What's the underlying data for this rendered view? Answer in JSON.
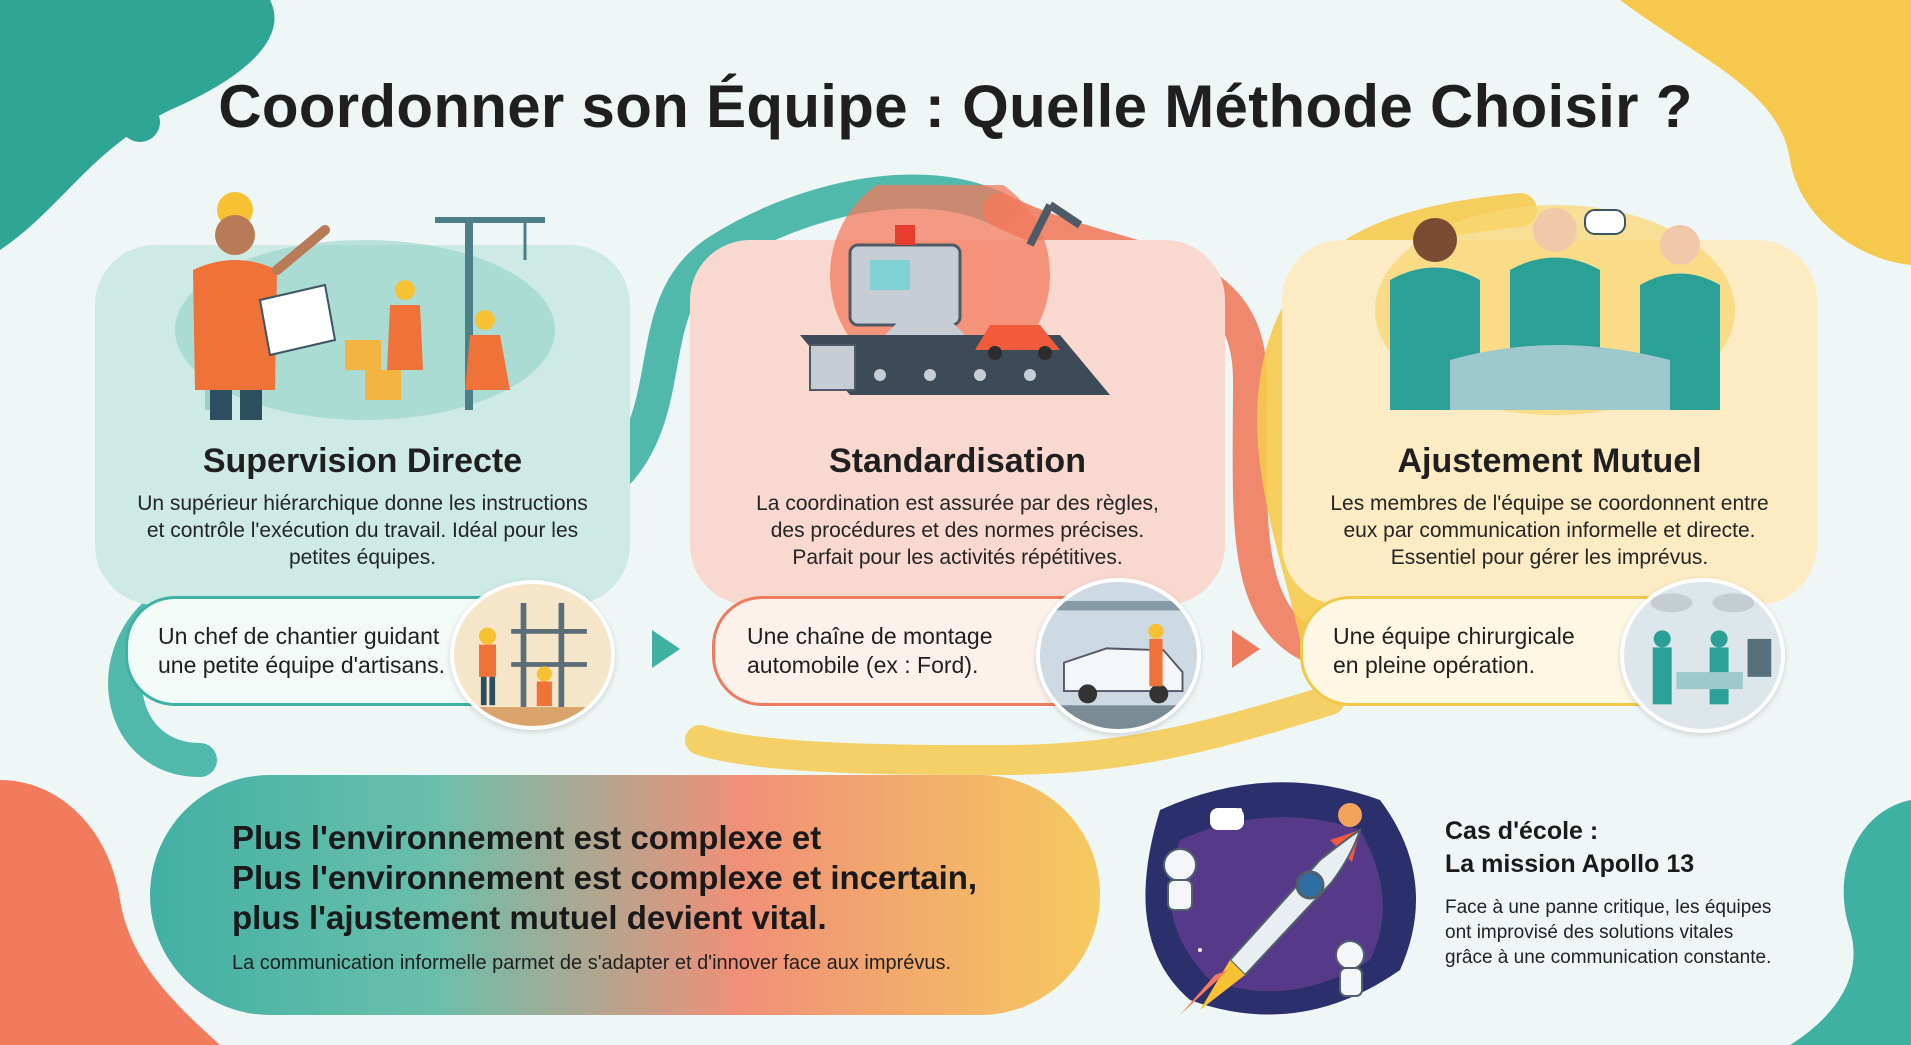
{
  "title": "Coordonner son Équipe : Quelle Méthode Choisir ?",
  "colors": {
    "teal": "#3fb1a3",
    "coral": "#ef7b5e",
    "yellow": "#f1c84a",
    "teal_bg": "#cdeae5",
    "coral_bg": "#f9d8cf",
    "yellow_bg": "#fcebc3"
  },
  "methods": [
    {
      "title": "Supervision Directe",
      "description": [
        "Un supérieur hiérarchique donne les instructions",
        "et contrôle l'exécution du travail. Idéal pour les",
        "petites équipes."
      ],
      "example": [
        "Un chef de chantier guidant",
        "une petite équipe d'artisans."
      ],
      "illustration_icon": "construction-workers-icon",
      "example_icon": "construction-site-icon"
    },
    {
      "title": "Standardisation",
      "description": [
        "La coordination est assurée par des règles,",
        "des procédures et des normes précises.",
        "Parfait pour les activités répétitives."
      ],
      "example": [
        "Une chaîne de montage",
        "automobile (ex : Ford)."
      ],
      "illustration_icon": "assembly-line-icon",
      "example_icon": "car-factory-icon"
    },
    {
      "title": "Ajustement Mutuel",
      "description": [
        "Les membres de l'équipe se coordonnent entre",
        "eux par communication informelle et directe.",
        "Essentiel pour gérer les imprévus."
      ],
      "example": [
        "Une équipe chirurgicale",
        "en pleine opération."
      ],
      "illustration_icon": "surgeons-icon",
      "example_icon": "operating-room-icon"
    }
  ],
  "banner": {
    "line1": "Plus l'environnement est complexe et",
    "line2": "Plus l'environnement est complexe et incertain,",
    "line3": "plus l'ajustement mutuel devient vital.",
    "sub": "La communication informelle parmet de s'adapter et d'innover face aux imprévus."
  },
  "case_study": {
    "label_1": "Cas d'école :",
    "label_2": "La mission Apollo 13",
    "description": [
      "Face à une panne critique, les équipes",
      "ont improvisé des solutions vitales",
      "grâce à une communication constante."
    ],
    "icon": "rocket-astronauts-icon"
  }
}
